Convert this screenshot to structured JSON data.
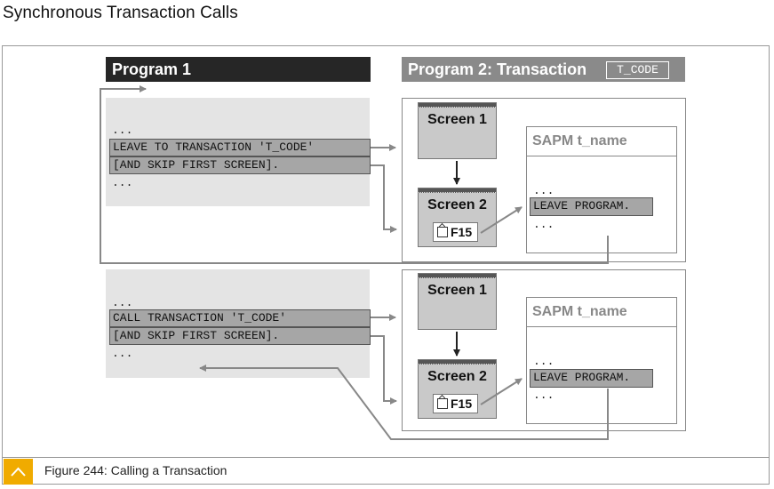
{
  "page": {
    "title": "Synchronous Transaction Calls"
  },
  "headers": {
    "program1": "Program 1",
    "program2": "Program 2: Transaction",
    "tcode": "T_CODE"
  },
  "top": {
    "dots1": "...",
    "line1": "LEAVE TO TRANSACTION 'T_CODE'",
    "line2": "[AND SKIP FIRST SCREEN].",
    "dots2": "...",
    "screen1": "Screen 1",
    "screen2": "Screen 2",
    "f15": "F15",
    "sapm_title": "SAPM t_name",
    "sapm_dots1": "...",
    "leave_program": "LEAVE PROGRAM.",
    "sapm_dots2": "..."
  },
  "bottom": {
    "dots1": "...",
    "line1": "CALL TRANSACTION 'T_CODE'",
    "line2": "[AND SKIP FIRST SCREEN].",
    "dots2": "...",
    "screen1": "Screen 1",
    "screen2": "Screen 2",
    "f15": "F15",
    "sapm_title": "SAPM t_name",
    "sapm_dots1": "...",
    "leave_program": "LEAVE PROGRAM.",
    "sapm_dots2": "..."
  },
  "caption": {
    "text": "Figure 244: Calling a Transaction",
    "icon": "chevron-up-icon"
  },
  "colors": {
    "accent": "#f0ab00",
    "header_dark": "#262626",
    "header_gray": "#8a8a8a"
  }
}
